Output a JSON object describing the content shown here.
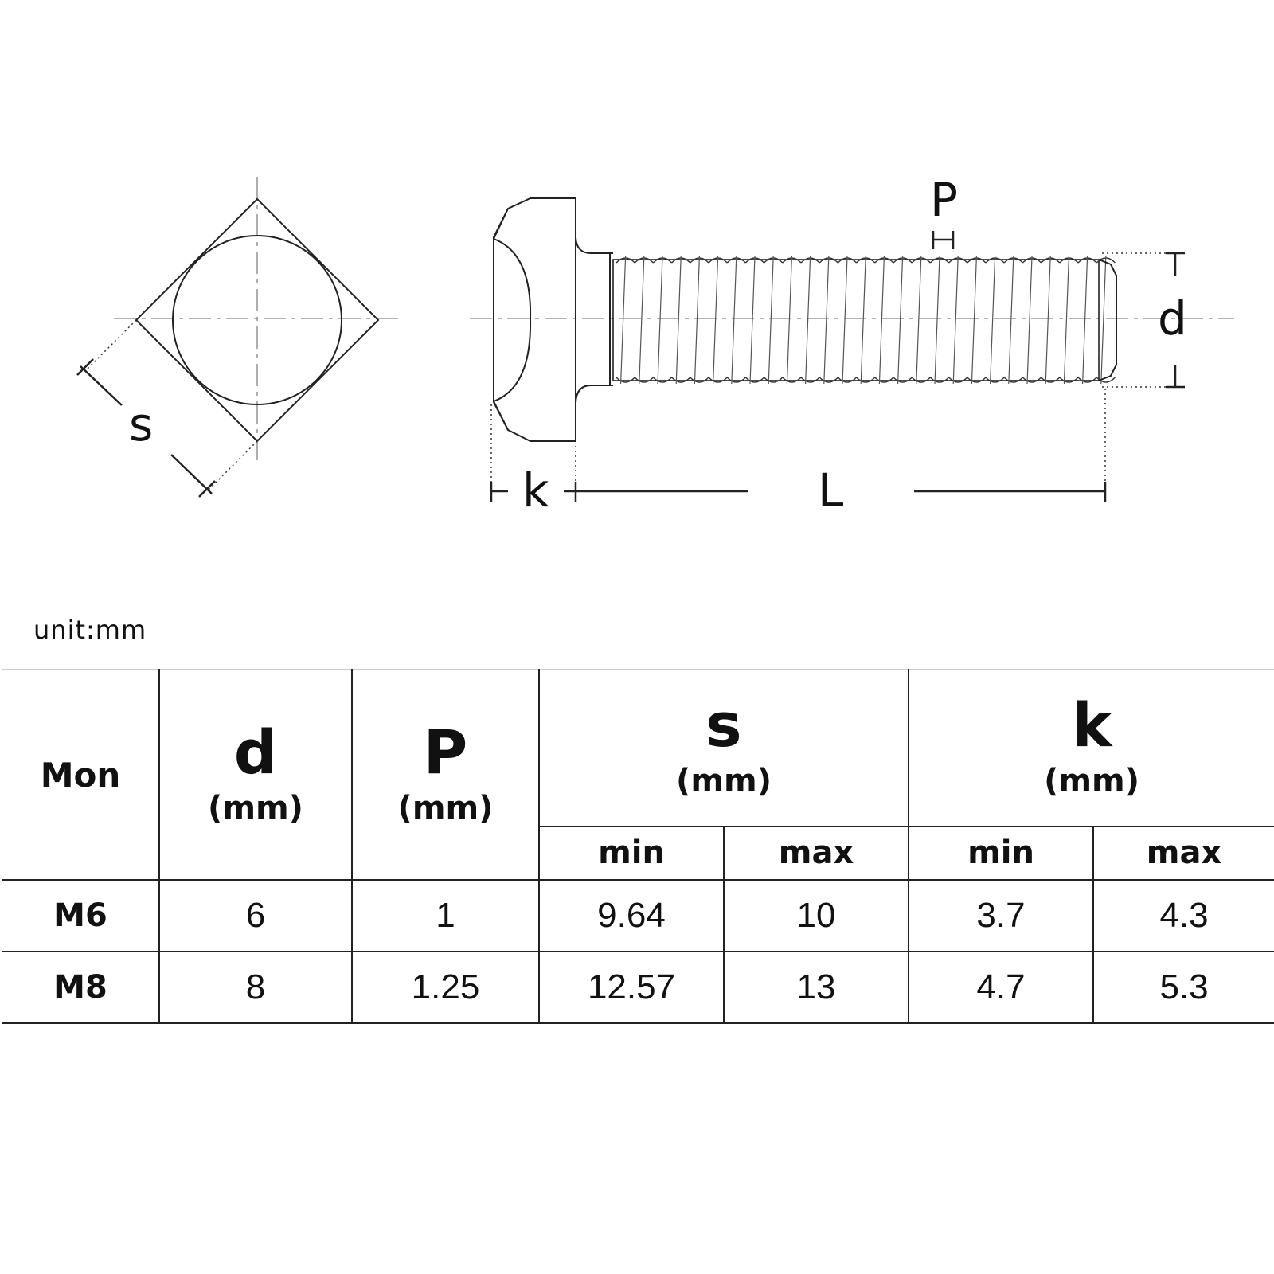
{
  "diagram": {
    "labels": {
      "s": "s",
      "k": "k",
      "L": "L",
      "P": "P",
      "d": "d"
    }
  },
  "unit_text": "unit:mm",
  "table": {
    "headers": {
      "model": "Mon",
      "d": {
        "symbol": "d",
        "unit": "(mm)"
      },
      "p": {
        "symbol": "P",
        "unit": "(mm)"
      },
      "s": {
        "symbol": "s",
        "unit": "(mm)",
        "min": "min",
        "max": "max"
      },
      "k": {
        "symbol": "k",
        "unit": "(mm)",
        "min": "min",
        "max": "max"
      }
    },
    "rows": [
      {
        "model": "M6",
        "d": "6",
        "p": "1",
        "s_min": "9.64",
        "s_max": "10",
        "k_min": "3.7",
        "k_max": "4.3"
      },
      {
        "model": "M8",
        "d": "8",
        "p": "1.25",
        "s_min": "12.57",
        "s_max": "13",
        "k_min": "4.7",
        "k_max": "5.3"
      }
    ]
  }
}
